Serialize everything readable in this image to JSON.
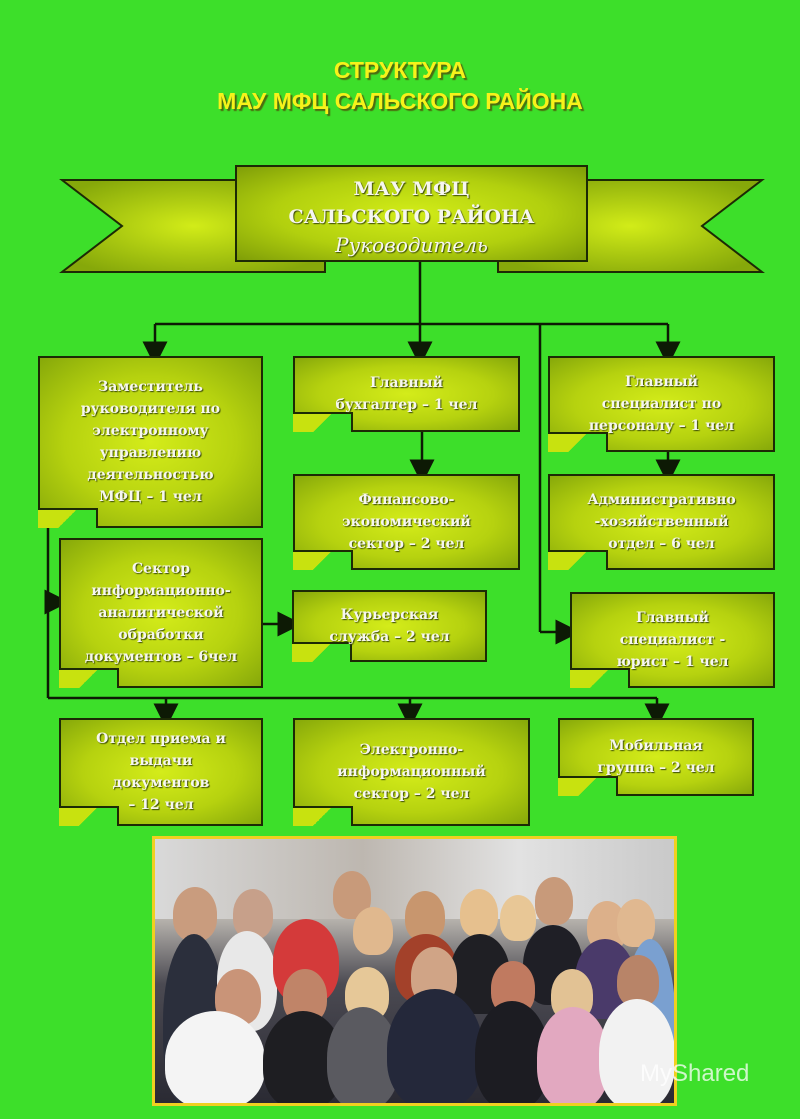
{
  "header": {
    "line1": "СТРУКТУРА",
    "line2": "МАУ МФЦ САЛЬСКОГО РАЙОНА"
  },
  "root": {
    "line1": "МАУ МФЦ",
    "line2": "САЛЬСКОГО РАЙОНА",
    "line3": "Руководитель"
  },
  "nodes": {
    "deputy": "Заместитель\nруководителя по\nэлектронному\nуправлению\nдеятельностью\nМФЦ – 1 чел",
    "chief_accountant": "Главный\nбухгалтер – 1 чел",
    "hr_specialist": "Главный\nспециалист по\nперсоналу – 1 чел",
    "finance_sector": "Финансово-\nэкономический\nсектор – 2 чел",
    "admin_dept": "Административно\n-хозяйственный\nотдел – 6 чел",
    "info_sector": "Сектор\nинформационно-\nаналитической\nобработки\nдокументов – 6чел",
    "courier": "Курьерская\nслужба – 2 чел",
    "lawyer": "Главный\nспециалист -\nюрист – 1 чел",
    "reception": "Отдел приема и\nвыдачи\nдокументов\n– 12 чел",
    "electronic_sector": "Электронно-\nинформационный\nсектор – 2 чел",
    "mobile_group": "Мобильная\nгруппа – 2 чел"
  },
  "photo": {
    "alt": "Коллектив МФЦ"
  },
  "watermark": "MyShared",
  "colors": {
    "background": "#3ddf2a",
    "box": "#b6d20f",
    "title": "#f7f21a",
    "line": "#0d1a05"
  }
}
